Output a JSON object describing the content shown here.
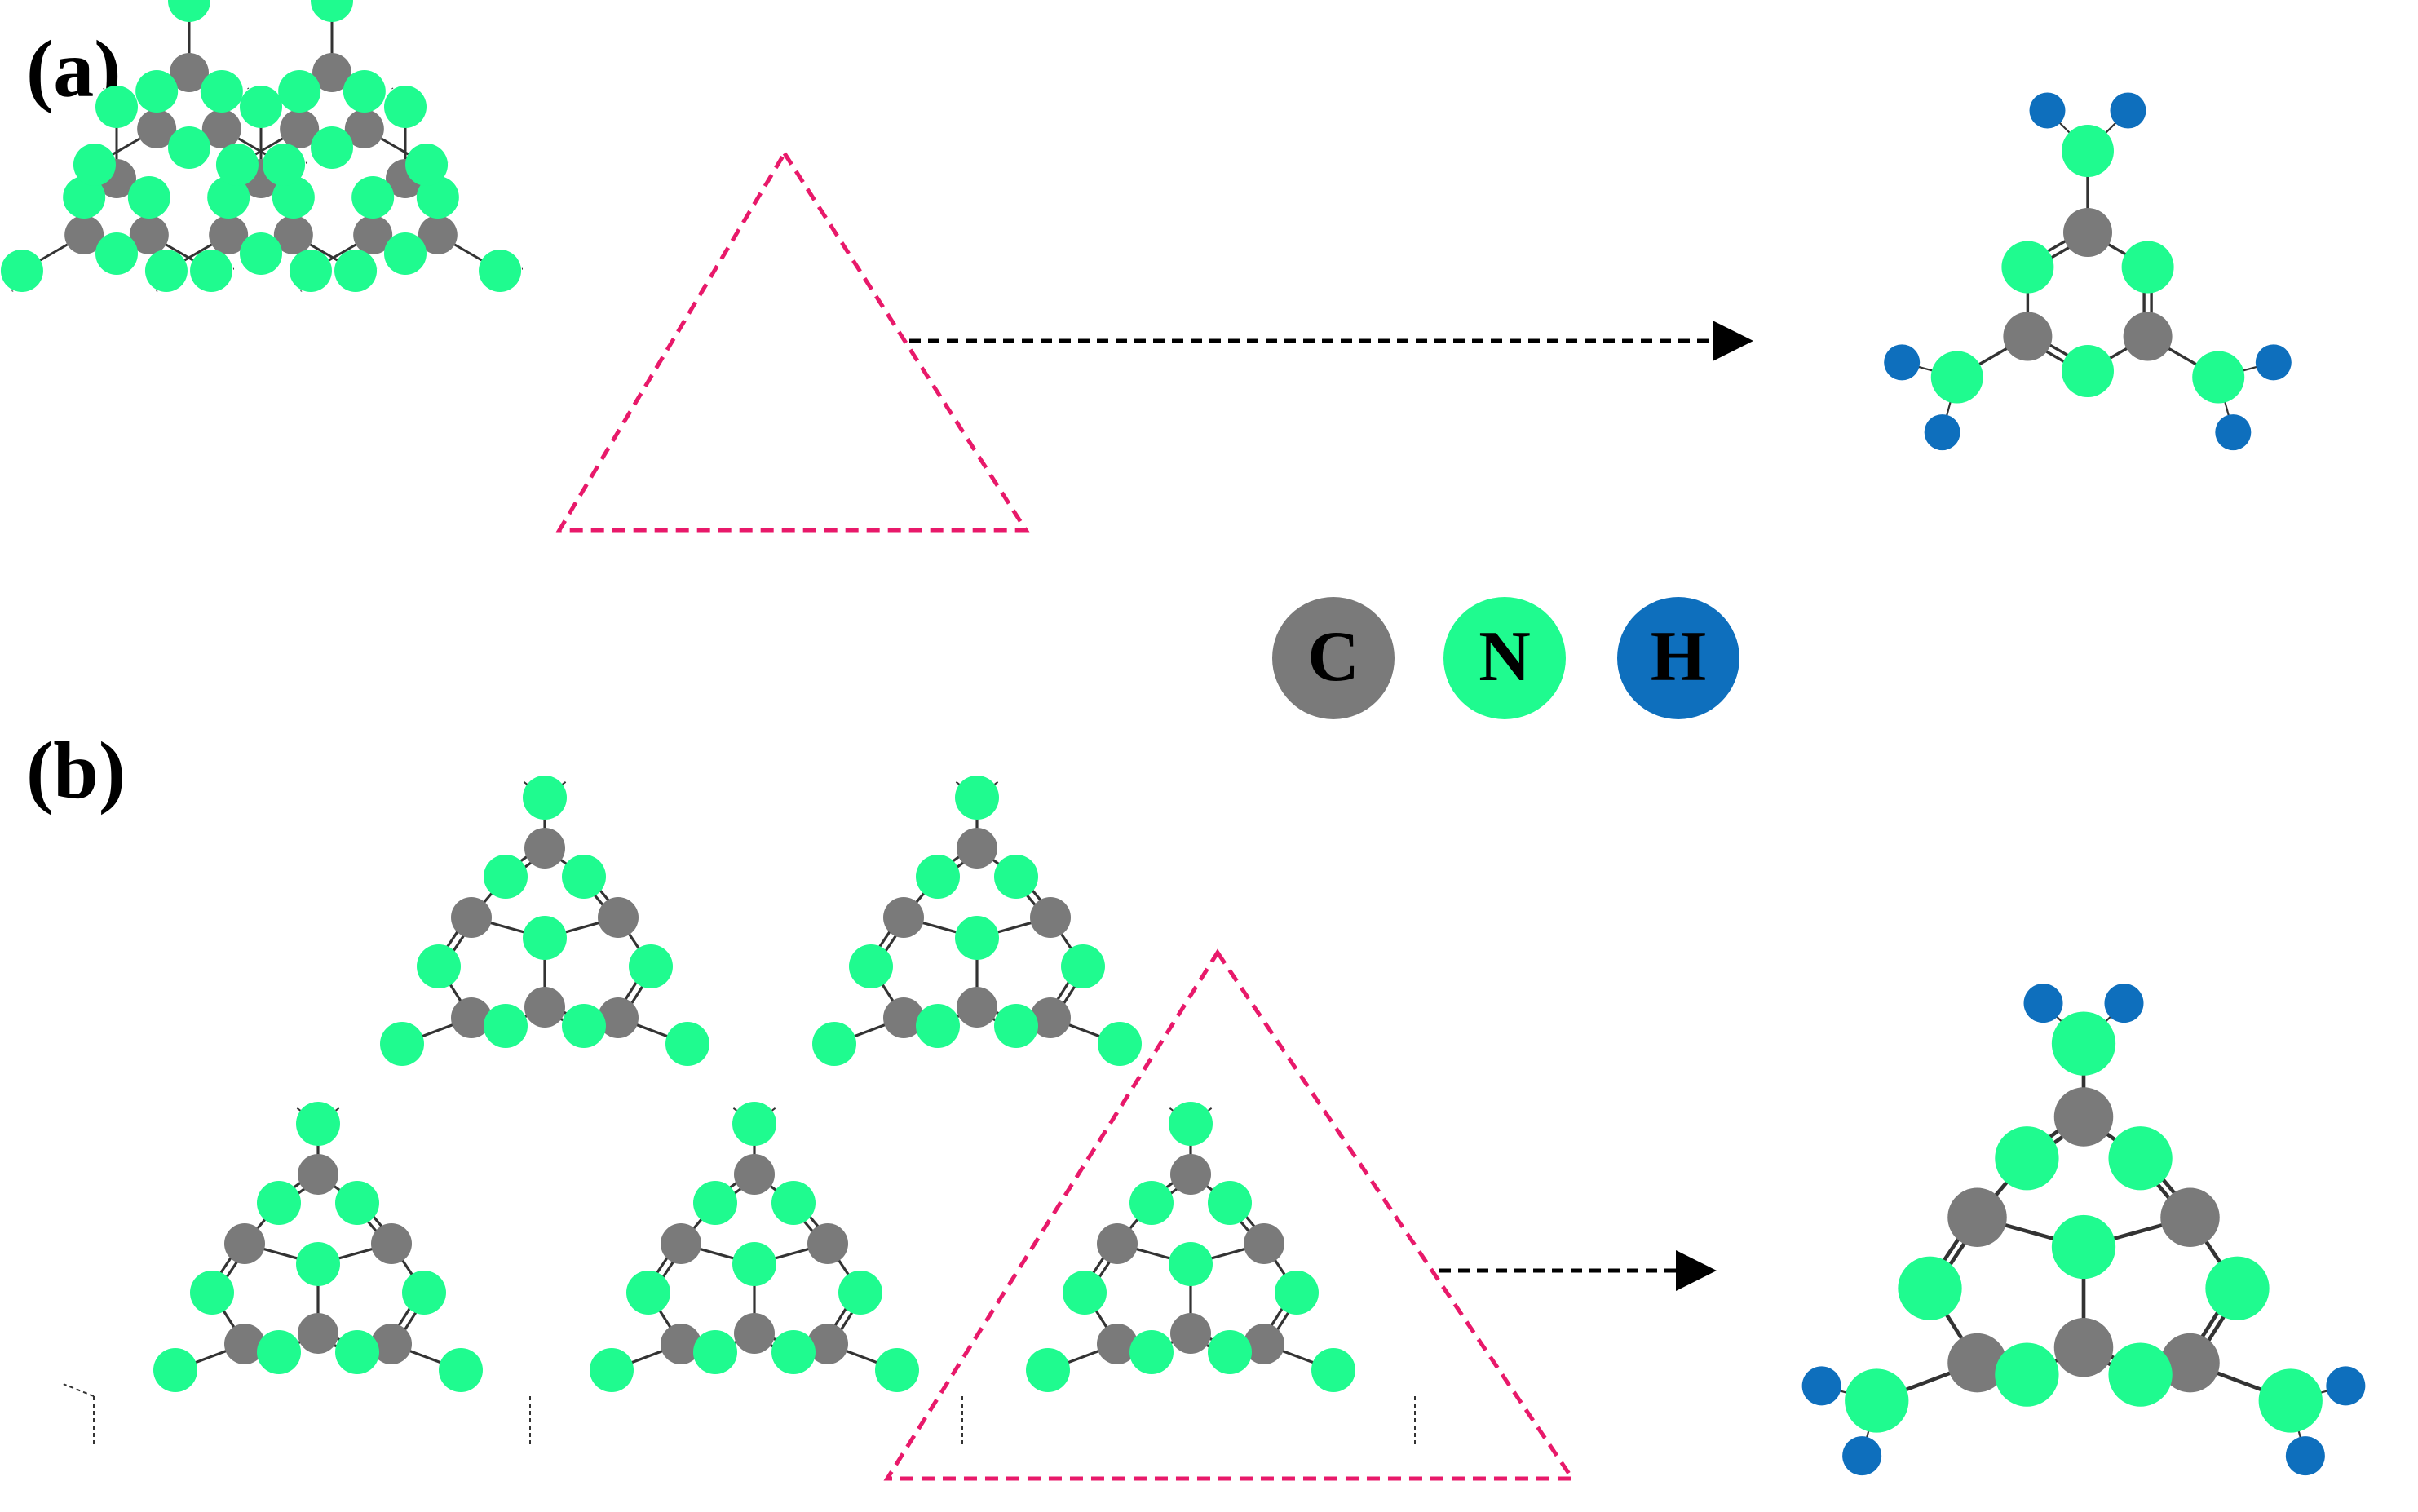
{
  "panels": [
    {
      "id": "a",
      "label": "(a)"
    },
    {
      "id": "b",
      "label": "(b)"
    }
  ],
  "legend": [
    {
      "symbol": "C",
      "element": "carbon",
      "color": "#7a7a7a"
    },
    {
      "symbol": "N",
      "element": "nitrogen",
      "color": "#1ffb8f"
    },
    {
      "symbol": "H",
      "element": "hydrogen",
      "color": "#0e6fbd"
    }
  ],
  "colors": {
    "carbon": "#7a7a7a",
    "nitrogen": "#1ffb8f",
    "hydrogen": "#0e6fbd",
    "bond": "#333333",
    "selection": "#e8196a",
    "arrow": "#000000"
  },
  "icons": [
    "dashed-triangle-selection",
    "dashed-arrow",
    "atom-sphere"
  ]
}
